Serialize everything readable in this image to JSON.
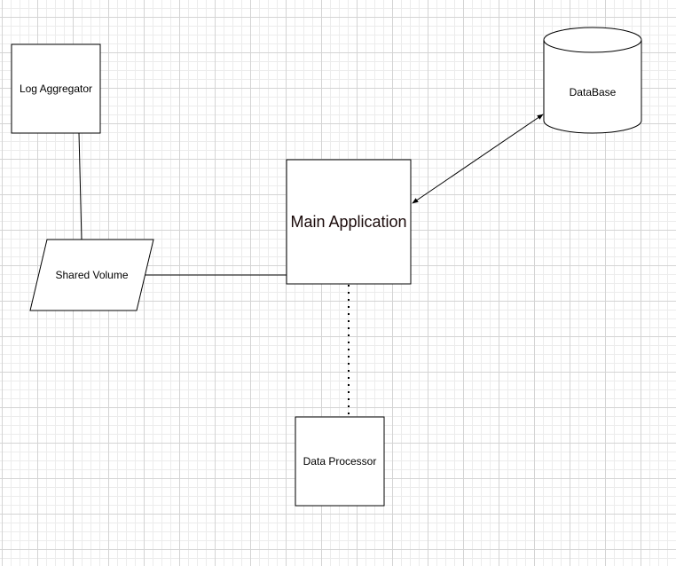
{
  "nodes": {
    "log_aggregator": {
      "label": "Log Aggregator"
    },
    "shared_volume": {
      "label": "Shared Volume"
    },
    "main_application": {
      "label": "Main Application"
    },
    "database": {
      "label": "DataBase"
    },
    "data_processor": {
      "label": "Data Processor"
    }
  },
  "edges": [
    {
      "from": "log_aggregator",
      "to": "shared_volume",
      "style": "solid"
    },
    {
      "from": "shared_volume",
      "to": "main_application",
      "style": "solid"
    },
    {
      "from": "main_application",
      "to": "database",
      "style": "solid",
      "arrows": "both"
    },
    {
      "from": "main_application",
      "to": "data_processor",
      "style": "dotted"
    }
  ],
  "colors": {
    "stroke": "#000000",
    "fill": "#ffffff",
    "grid": "#d4d4d4"
  }
}
